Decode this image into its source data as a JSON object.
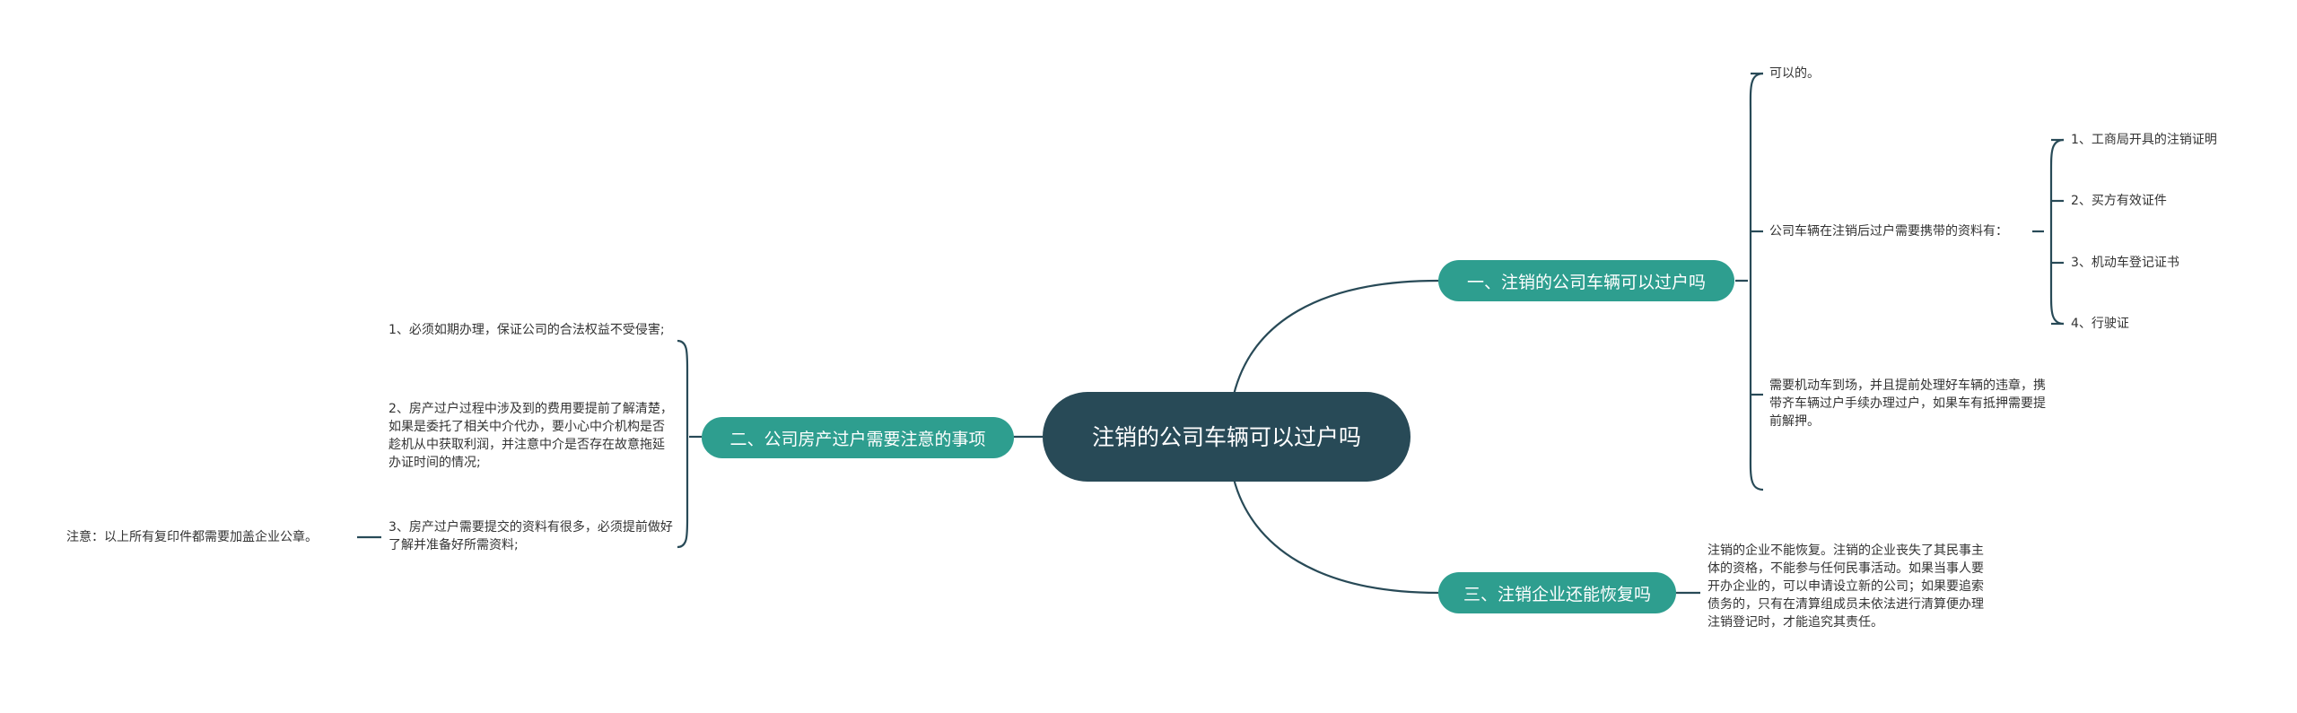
{
  "root": {
    "label": "注销的公司车辆可以过户吗"
  },
  "branches": {
    "b1": {
      "label": "一、注销的公司车辆可以过户吗",
      "leaf_answer": "可以的。",
      "leaf_materials": "公司车辆在注销后过户需要携带的资料有：",
      "materials": [
        "1、工商局开具的注销证明",
        "2、买方有效证件",
        "3、机动车登记证书",
        "4、行驶证"
      ],
      "leaf_note": "需要机动车到场，并且提前处理好车辆的违章，携带齐车辆过户手续办理过户，如果车有抵押需要提前解押。"
    },
    "b2": {
      "label": "二、公司房产过户需要注意的事项",
      "items": [
        "1、必须如期办理，保证公司的合法权益不受侵害;",
        "2、房产过户过程中涉及到的费用要提前了解清楚，如果是委托了相关中介代办，要小心中介机构是否趁机从中获取利润，并注意中介是否存在故意拖延办证时间的情况;",
        "3、房产过户需要提交的资料有很多，必须提前做好了解并准备好所需资料;"
      ],
      "note": "注意：以上所有复印件都需要加盖企业公章。"
    },
    "b3": {
      "label": "三、注销企业还能恢复吗",
      "leaf": "注销的企业不能恢复。注销的企业丧失了其民事主体的资格，不能参与任何民事活动。如果当事人要开办企业的，可以申请设立新的公司；如果要追索债务的，只有在清算组成员未依法进行清算便办理注销登记时，才能追究其责任。"
    }
  },
  "colors": {
    "root": "#284a57",
    "topic": "#2e9e8f",
    "line": "#284a57",
    "text": "#333333"
  }
}
